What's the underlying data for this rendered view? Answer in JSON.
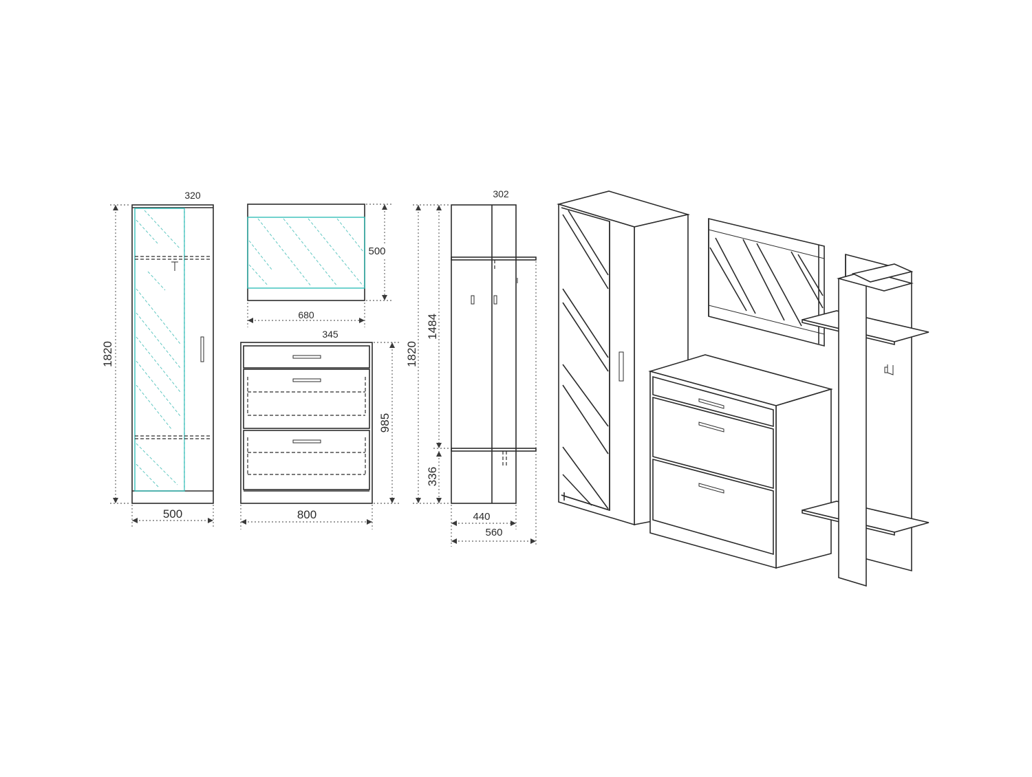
{
  "dimensions": {
    "wardrobe": {
      "depth": "320",
      "height": "1820",
      "width": "500"
    },
    "mirror": {
      "height": "500",
      "width": "680"
    },
    "shoe_cabinet": {
      "depth": "345",
      "height": "985",
      "width": "800"
    },
    "coat_rack": {
      "depth": "302",
      "height_total": "1820",
      "height_upper": "1484",
      "height_lower": "336",
      "width_panel": "440",
      "width_shelf": "560"
    }
  },
  "colors": {
    "line": "#2b2b2b",
    "glass_outline": "#33bfb8"
  }
}
